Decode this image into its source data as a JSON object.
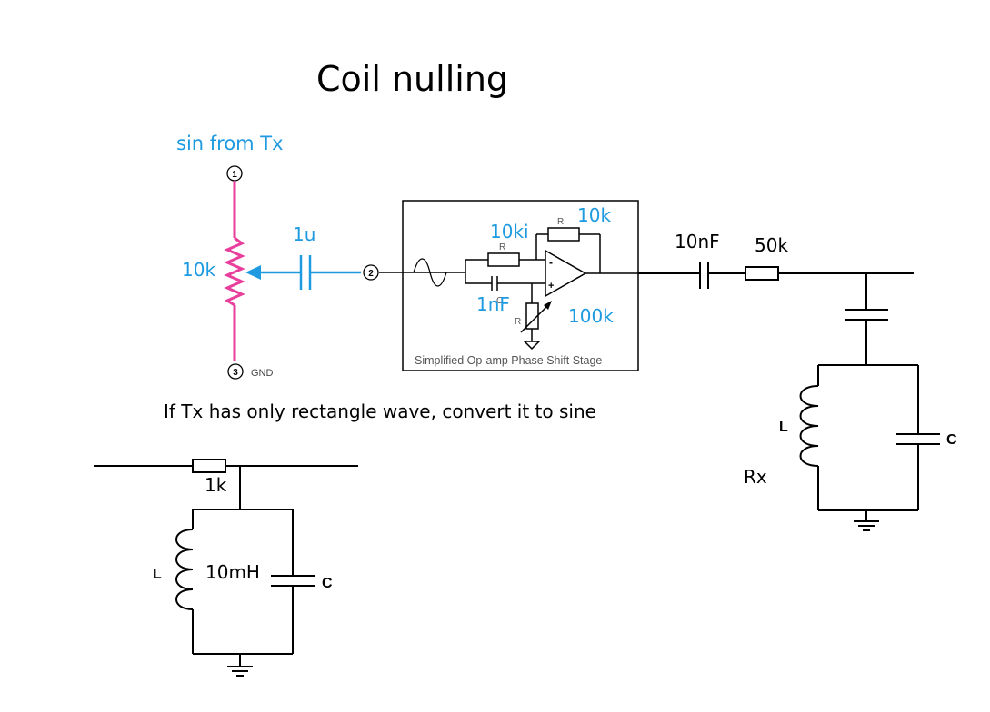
{
  "title": "Coil nulling",
  "source_label": "sin from Tx",
  "pot": {
    "pin1": "1",
    "pin2": "2",
    "pin3": "3",
    "gnd_label": "GND",
    "value": "10k"
  },
  "coupling_cap": "1u",
  "phase_stage": {
    "caption": "Simplified Op-amp Phase Shift Stage",
    "r_input_value": "10ki",
    "r_feedback_value": "10k",
    "r_pot_value": "100k",
    "c_value": "1nF",
    "r_letter_1": "R",
    "r_letter_2": "R",
    "r_letter_3": "R",
    "c_letter": "C",
    "minus_sign": "-",
    "plus_sign": "+"
  },
  "output": {
    "cap_value": "10nF",
    "res_value": "50k"
  },
  "rx": {
    "label": "Rx",
    "l_label": "L",
    "c_label": "C"
  },
  "note": "If Tx has only rectangle wave, convert it to sine",
  "filter": {
    "res_value": "1k",
    "l_label": "L",
    "l_value": "10mH",
    "c_label": "C"
  },
  "colors": {
    "pot": "#e83e9c",
    "wire_blue": "#1e9be0",
    "label_blue": "#1e9be0",
    "ink": "#000000"
  }
}
